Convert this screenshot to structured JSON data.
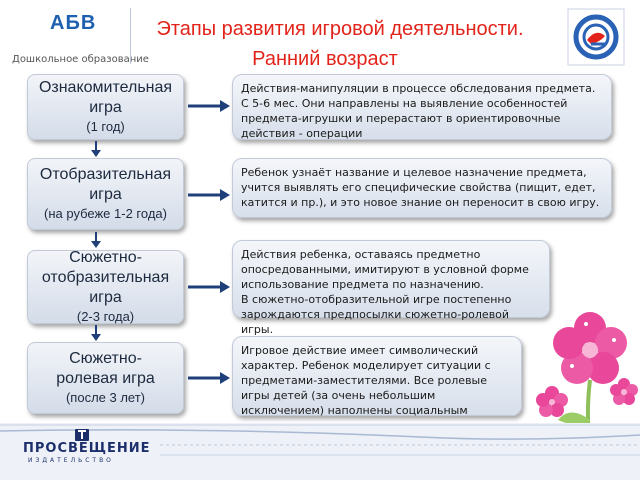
{
  "header": {
    "logo_left": "АБВ",
    "logo_sub": "Дошкольное образование",
    "title_line1": "Этапы развития игровой деятельности.",
    "title_line2": "Ранний возраст"
  },
  "stages": [
    {
      "name": "Ознакомительная\nигра",
      "age": "(1 год)"
    },
    {
      "name": "Отобразительная\nигра",
      "age": "(на рубеже 1-2 года)"
    },
    {
      "name": "Сюжетно-\nотобразительная\nигра",
      "age": "(2-3 года)"
    },
    {
      "name": "Сюжетно-\nролевая игра",
      "age": "(после 3 лет)"
    }
  ],
  "descriptions": [
    "Действия-манипуляции в процессе обследования предмета. С 5-6 мес. Они направлены на выявление особенностей предмета-игрушки и перерастают в ориентировочные действия - операции",
    "Ребенок узнаёт название и целевое назначение предмета, учится выявлять его специфические свойства (пищит, едет, катится и пр.), и это новое знание он переносит в свою игру.",
    "Действия ребенка, оставаясь предметно опосредованными, имитируют в условной форме использование предмета по назначению.\nВ сюжетно-отобразительной игре постепенно зарождаются предпосылки сюжетно-ролевой игры.",
    "Игровое действие имеет символический характер. Ребенок моделирует ситуации с предметами-заместителями. Все ролевые игры детей (за очень небольшим исключением) наполнены социальным содержанием."
  ],
  "footer": {
    "publisher": "ПРОСВЕЩЕНИЕ",
    "publisher_sub": "ИЗДАТЕЛЬСТВО"
  },
  "colors": {
    "title": "#e2231a",
    "arrow": "#1f3f7a",
    "brand": "#1d2f6b"
  }
}
